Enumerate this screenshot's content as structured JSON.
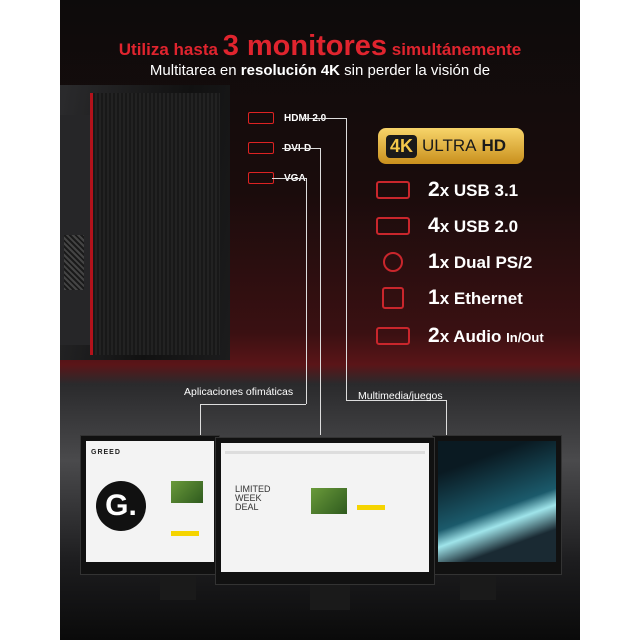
{
  "headline": {
    "pre": "Utiliza hasta ",
    "big": "3 monitores",
    "post": " simultánemente"
  },
  "subtitle": {
    "pre": "Multitarea en ",
    "bold": "resolución 4K",
    "post": " sin perder la visión de"
  },
  "ports": [
    {
      "label": "HDMI 2.0",
      "icon": "hdmi-port-icon"
    },
    {
      "label": "DVI-D",
      "icon": "dvi-port-icon"
    },
    {
      "label": "VGA",
      "icon": "vga-port-icon"
    }
  ],
  "badge": {
    "k": "4K",
    "ultra": "ULTRA",
    "hd": "HD"
  },
  "features": [
    {
      "count": "2",
      "x": "x",
      "label": "USB 3.1",
      "icon": "usb-icon"
    },
    {
      "count": "4",
      "x": "x",
      "label": "USB 2.0",
      "icon": "usb-icon"
    },
    {
      "count": "1",
      "x": "x",
      "label": "Dual PS/2",
      "icon": "ps2-icon"
    },
    {
      "count": "1",
      "x": "x",
      "label": "Ethernet",
      "icon": "ethernet-icon"
    },
    {
      "count": "2",
      "x": "x",
      "label": "Audio",
      "small": "In/Out",
      "icon": "audio-icon"
    }
  ],
  "captions": {
    "left": "Aplicaciones ofimáticas",
    "right": "Multimedia/juegos"
  },
  "screen": {
    "brand": "GREED",
    "logo": "G.",
    "deal": "LIMITED WEEK DEAL"
  },
  "colors": {
    "accent": "#e0242e",
    "gold": "#f5c84a"
  }
}
